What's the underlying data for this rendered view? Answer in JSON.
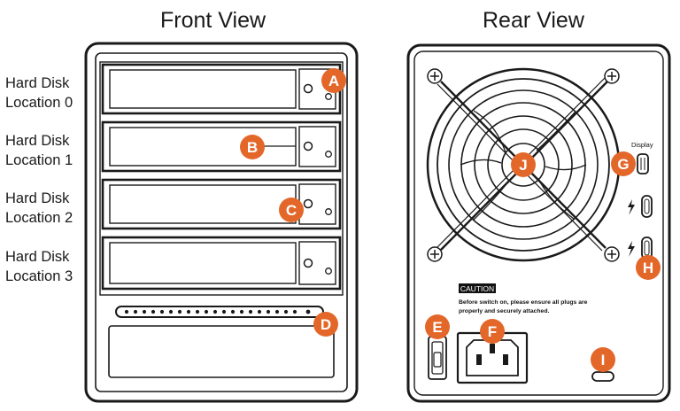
{
  "titles": {
    "front": "Front View",
    "rear": "Rear View"
  },
  "hard_disk_labels": [
    {
      "line1": "Hard Disk",
      "line2": "Location 0"
    },
    {
      "line1": "Hard Disk",
      "line2": "Location 1"
    },
    {
      "line1": "Hard Disk",
      "line2": "Location 2"
    },
    {
      "line1": "Hard Disk",
      "line2": "Location 3"
    }
  ],
  "callouts": {
    "A": "A",
    "B": "B",
    "C": "C",
    "D": "D",
    "E": "E",
    "F": "F",
    "G": "G",
    "H": "H",
    "I": "I",
    "J": "J"
  },
  "rear": {
    "display_label": "Display",
    "caution_label": "CAUTION",
    "caution_line1": "Before switch on, please ensure all plugs are",
    "caution_line2": "properly and securely attached."
  },
  "colors": {
    "callout": "#e4672a",
    "line": "#1a1a1a",
    "panel": "#ffffff"
  },
  "icons": [
    "thunderbolt-icon",
    "thunderbolt-icon",
    "power-switch-icon",
    "power-socket-icon",
    "fan-icon",
    "screw-icon"
  ]
}
